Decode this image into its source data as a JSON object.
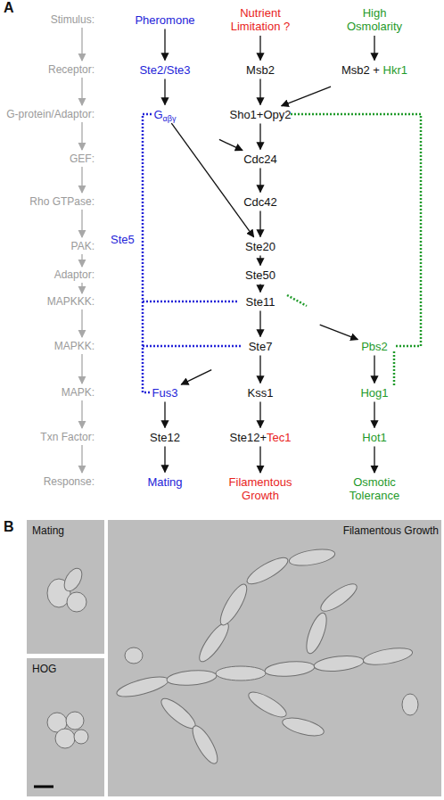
{
  "diagram": {
    "nodes": [
      {
        "text": [
          "Pheromone"
        ]
      },
      {
        "text": [
          "Nutrient Limitation ?"
        ]
      },
      {
        "text": [
          "High Osmolarity"
        ]
      },
      {
        "text": [
          "Ste2/Ste3"
        ]
      },
      {
        "text": [
          "Msb2"
        ]
      },
      {
        "text": [
          "Msb2 + Hkr1"
        ]
      },
      {
        "text": [
          "Gαβγ"
        ]
      },
      {
        "text": [
          "Sho1+Opy2"
        ]
      },
      {
        "text": [
          "Cdc24"
        ]
      },
      {
        "text": [
          "Cdc42"
        ]
      },
      {
        "text": [
          "Ste20"
        ]
      },
      {
        "text": [
          "Ste50"
        ]
      },
      {
        "text": [
          "Ste11"
        ]
      },
      {
        "text": [
          "Ste7"
        ]
      },
      {
        "text": [
          "Pbs2"
        ]
      },
      {
        "text": [
          "Fus3"
        ]
      },
      {
        "text": [
          "Kss1"
        ]
      },
      {
        "text": [
          "Hog1"
        ]
      },
      {
        "text": [
          "Ste12"
        ]
      },
      {
        "text": [
          "Ste12+Tec1"
        ]
      },
      {
        "text": [
          "Hot1"
        ]
      },
      {
        "text": [
          "Mating"
        ]
      },
      {
        "text": [
          "Filamentous Growth"
        ]
      },
      {
        "text": [
          "Osmotic Tolerance"
        ]
      }
    ],
    "edges": [
      {
        "from": 0,
        "to": 3,
        "arrow": "to"
      },
      {
        "from": 3,
        "to": 6,
        "arrow": "to"
      },
      {
        "from": 1,
        "to": 4,
        "arrow": "to"
      },
      {
        "from": 4,
        "to": 7,
        "arrow": "to"
      },
      {
        "from": 2,
        "to": 5,
        "arrow": "to"
      },
      {
        "from": 5,
        "to": 7,
        "arrow": "to"
      },
      {
        "from": 6,
        "to": 8,
        "arrow": "to"
      },
      {
        "from": 7,
        "to": 8,
        "arrow": "to"
      },
      {
        "from": 8,
        "to": 9,
        "arrow": "to"
      },
      {
        "from": 9,
        "to": 10,
        "arrow": "to"
      },
      {
        "from": 6,
        "to": 10,
        "arrow": "to"
      },
      {
        "from": 10,
        "to": 11,
        "arrow": "to"
      },
      {
        "from": 11,
        "to": 12,
        "arrow": "to"
      },
      {
        "from": 12,
        "to": 13,
        "arrow": "to"
      },
      {
        "from": 12,
        "to": 14,
        "arrow": "to"
      },
      {
        "from": 13,
        "to": 15,
        "arrow": "to"
      },
      {
        "from": 13,
        "to": 16,
        "arrow": "to"
      },
      {
        "from": 16,
        "to": 19,
        "arrow": "to"
      },
      {
        "from": 19,
        "to": 22,
        "arrow": "to"
      },
      {
        "from": 15,
        "to": 18,
        "arrow": "to"
      },
      {
        "from": 18,
        "to": 21,
        "arrow": "to"
      },
      {
        "from": 14,
        "to": 17,
        "arrow": "to"
      },
      {
        "from": 17,
        "to": 20,
        "arrow": "to"
      },
      {
        "from": 20,
        "to": 23,
        "arrow": "to"
      }
    ],
    "labels": [
      "Stimulus:",
      "Receptor:",
      "G-protein/Adaptor:",
      "GEF:",
      "Rho GTPase:",
      "PAK:",
      "Adaptor:",
      "MAPKKK:",
      "MAPKK:",
      "MAPK:",
      "Txn Factor:",
      "Response:",
      "Ste5",
      "A",
      "B",
      "Mating",
      "HOG",
      "Filamentous Growth"
    ]
  }
}
